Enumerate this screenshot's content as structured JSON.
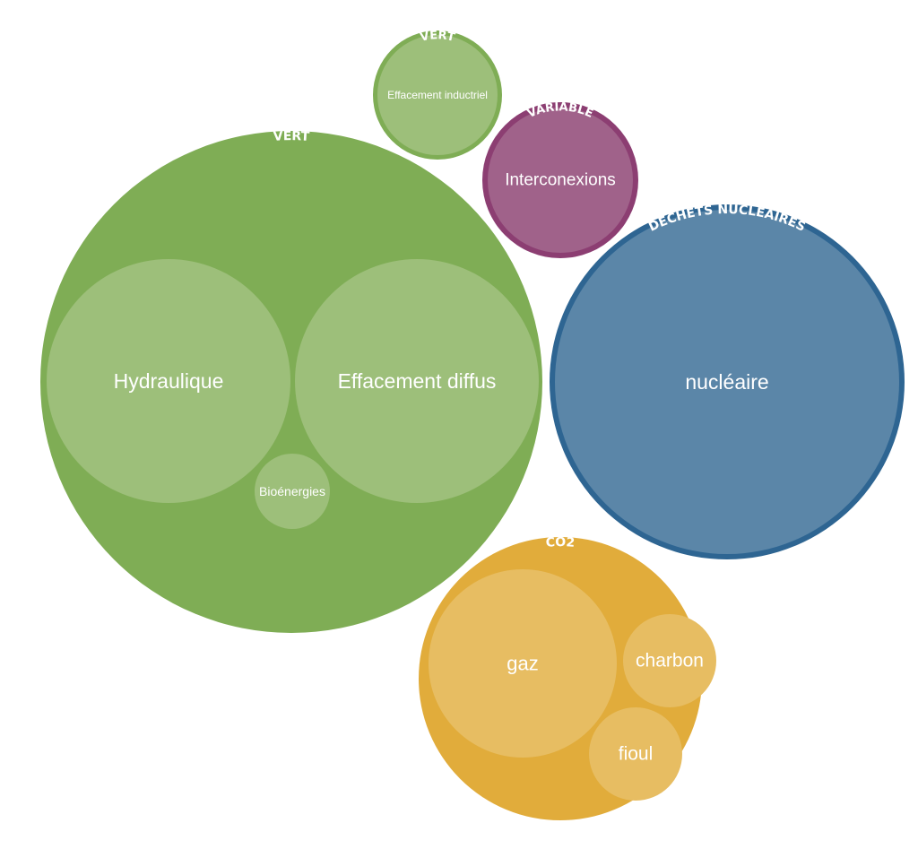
{
  "chart_data": {
    "type": "packed-bubble",
    "groups": [
      {
        "title": "VERT",
        "color": "#7fad55",
        "leaf_color": "#9dbf7a",
        "items": [
          {
            "label": "Hydraulique"
          },
          {
            "label": "Effacement diffus"
          },
          {
            "label": "Bioénergies"
          }
        ]
      },
      {
        "title": "VERT",
        "color": "#7fad55",
        "leaf_color": "#9dbf7a",
        "items": [
          {
            "label": "Effacement inductriel"
          }
        ]
      },
      {
        "title": "VARIABLE",
        "color": "#8c3e72",
        "leaf_color": "#a0628a",
        "items": [
          {
            "label": "Interconexions"
          }
        ]
      },
      {
        "title": "DÉCHETS NUCLÉAIRES",
        "color": "#2e6592",
        "leaf_color": "#5b86a8",
        "items": [
          {
            "label": "nucléaire"
          }
        ]
      },
      {
        "title": "CO2",
        "color": "#e1ac3b",
        "leaf_color": "#e7bd62",
        "items": [
          {
            "label": "gaz"
          },
          {
            "label": "charbon"
          },
          {
            "label": "fioul"
          }
        ]
      }
    ]
  }
}
